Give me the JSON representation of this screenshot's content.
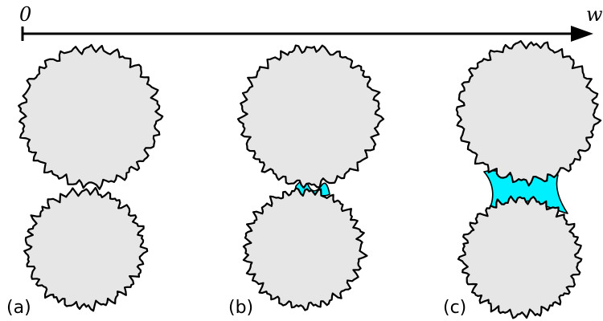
{
  "axis": {
    "origin_label": "0",
    "end_label": "w"
  },
  "panels": [
    {
      "label": "(a)"
    },
    {
      "label": "(b)"
    },
    {
      "label": "(c)"
    }
  ],
  "colors": {
    "grain_fill": "#e6e6e6",
    "outline": "#000000",
    "liquid_bridge": "#00f0ff"
  }
}
